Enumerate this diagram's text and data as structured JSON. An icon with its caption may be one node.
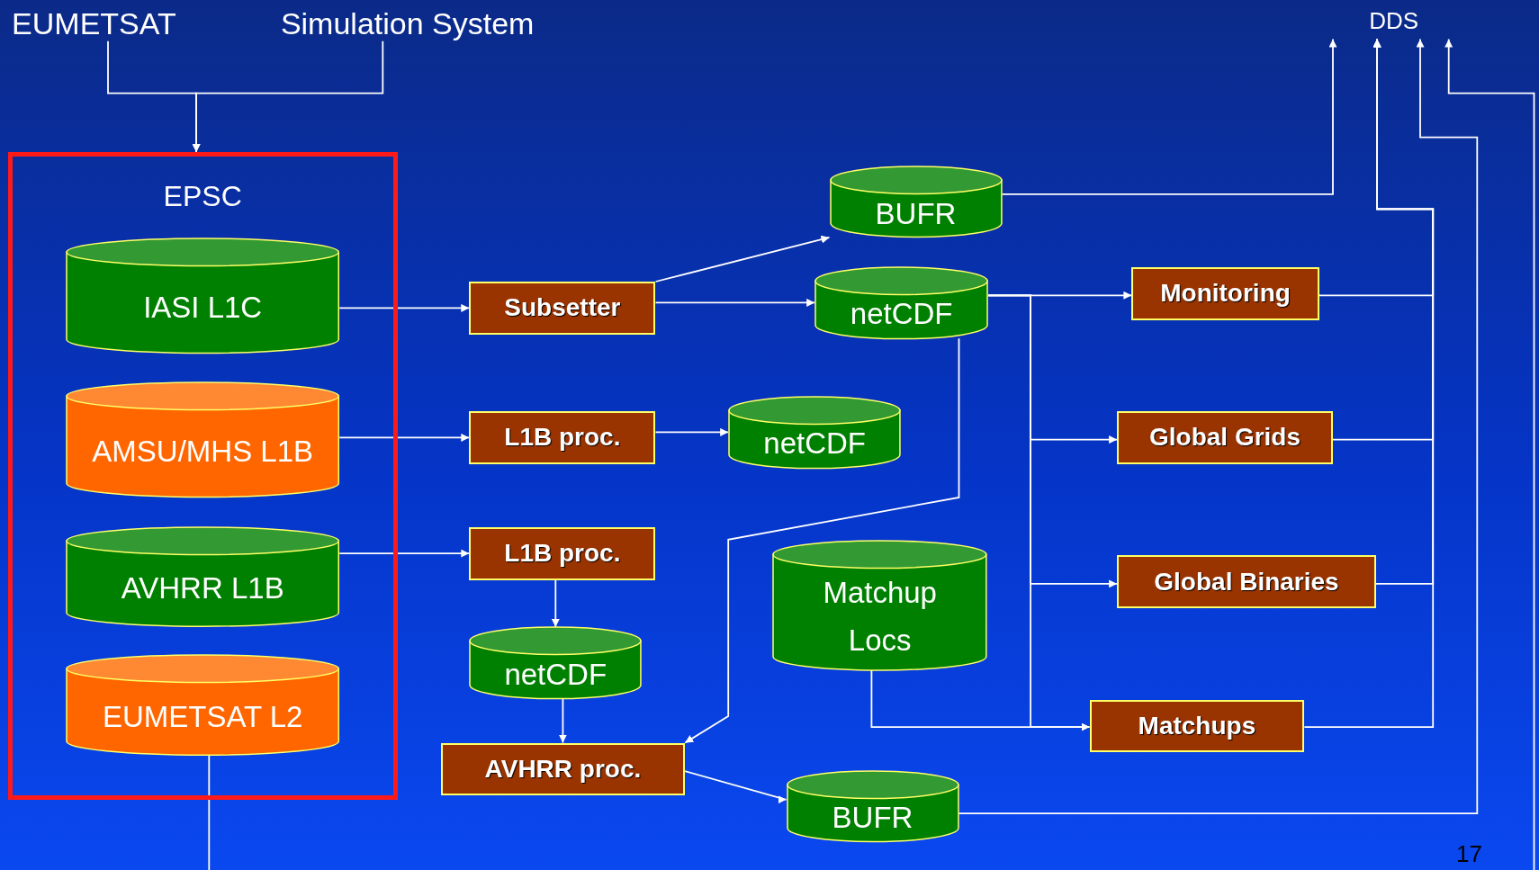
{
  "diagram": {
    "nodes": [
      {
        "text": [
          "EUMETSAT"
        ]
      },
      {
        "text": [
          "Simulation System"
        ]
      },
      {
        "text": [
          "DDS"
        ]
      },
      {
        "text": [
          "EPSC"
        ]
      },
      {
        "text": [
          "IASI L1C"
        ],
        "in": 3
      },
      {
        "text": [
          "AMSU/MHS L1B"
        ],
        "in": 3
      },
      {
        "text": [
          "AVHRR L1B"
        ],
        "in": 3
      },
      {
        "text": [
          "EUMETSAT L2"
        ],
        "in": 3
      },
      {
        "text": [
          "Subsetter"
        ]
      },
      {
        "text": [
          "BUFR"
        ]
      },
      {
        "text": [
          "netCDF"
        ]
      },
      {
        "text": [
          "L1B proc."
        ]
      },
      {
        "text": [
          "netCDF"
        ]
      },
      {
        "text": [
          "L1B proc."
        ]
      },
      {
        "text": [
          "netCDF"
        ]
      },
      {
        "text": [
          "AVHRR proc."
        ]
      },
      {
        "text": [
          "Matchup Locs"
        ]
      },
      {
        "text": [
          "BUFR"
        ]
      },
      {
        "text": [
          "Monitoring"
        ]
      },
      {
        "text": [
          "Global Grids"
        ]
      },
      {
        "text": [
          "Global Binaries"
        ]
      },
      {
        "text": [
          "Matchups"
        ]
      }
    ],
    "edges": [
      {
        "from": 0,
        "to": 3,
        "arrow": "to"
      },
      {
        "from": 1,
        "to": 3,
        "arrow": "to"
      },
      {
        "from": 4,
        "to": 8,
        "arrow": "to"
      },
      {
        "from": 5,
        "to": 11,
        "arrow": "to"
      },
      {
        "from": 6,
        "to": 13,
        "arrow": "to"
      },
      {
        "from": 8,
        "to": 9,
        "arrow": "to"
      },
      {
        "from": 8,
        "to": 10,
        "arrow": "to"
      },
      {
        "from": 11,
        "to": 12,
        "arrow": "to"
      },
      {
        "from": 13,
        "to": 14,
        "arrow": "to"
      },
      {
        "from": 14,
        "to": 15,
        "arrow": "to"
      },
      {
        "from": 10,
        "to": 15,
        "arrow": "to"
      },
      {
        "from": 15,
        "to": 17,
        "arrow": "to"
      },
      {
        "from": 10,
        "to": 18,
        "arrow": "to"
      },
      {
        "from": 10,
        "to": 19,
        "arrow": "to"
      },
      {
        "from": 10,
        "to": 20,
        "arrow": "to"
      },
      {
        "from": 10,
        "to": 21,
        "arrow": "to"
      },
      {
        "from": 16,
        "to": 21,
        "arrow": "to"
      },
      {
        "from": 9,
        "to": 2,
        "arrow": "to"
      },
      {
        "from": 18,
        "to": 2,
        "arrow": "to"
      },
      {
        "from": 19,
        "to": 2,
        "arrow": "to"
      },
      {
        "from": 20,
        "to": 2,
        "arrow": "to"
      },
      {
        "from": 21,
        "to": 2,
        "arrow": "to"
      },
      {
        "from": 17,
        "to": 2,
        "arrow": "to"
      },
      {
        "from": 7,
        "to": null,
        "arrow": "none"
      },
      {
        "from": null,
        "to": 2,
        "arrow": "to"
      }
    ],
    "labels": [
      "17"
    ]
  }
}
